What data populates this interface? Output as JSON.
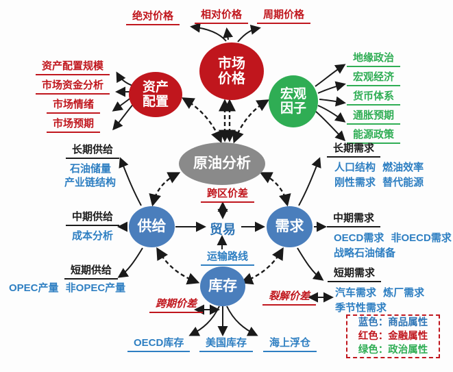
{
  "nodes": {
    "crude_analysis": {
      "label": "原油分析",
      "color": "#8a8a8a"
    },
    "market_price": {
      "label": "市场\n价格",
      "color": "#c0161d"
    },
    "asset_allocation": {
      "label": "资产\n配置",
      "color": "#c0161d"
    },
    "macro_factors": {
      "label": "宏观\n因子",
      "color": "#2fad54"
    },
    "supply": {
      "label": "供给",
      "color": "#4a7ebc"
    },
    "demand": {
      "label": "需求",
      "color": "#4a7ebc"
    },
    "inventory": {
      "label": "库存",
      "color": "#4a7ebc"
    },
    "trade": {
      "label": "贸易",
      "color": "#2e75b6"
    }
  },
  "price_labels": [
    "绝对价格",
    "相对价格",
    "周期价格"
  ],
  "asset_labels": [
    "资产配置规模",
    "市场资金分析",
    "市场情绪",
    "市场预期"
  ],
  "macro_labels": [
    "地缘政治",
    "宏观经济",
    "货币体系",
    "通胀预期",
    "能源政策"
  ],
  "supply_groups": [
    {
      "title": "长期供给",
      "items": [
        "石油储量",
        "产业链结构"
      ]
    },
    {
      "title": "中期供给",
      "items": [
        "成本分析"
      ]
    },
    {
      "title": "短期供给",
      "items": [
        "OPEC产量 非OPEC产量"
      ]
    }
  ],
  "demand_groups": [
    {
      "title": "长期需求",
      "items": [
        "人口结构 燃油效率",
        "刚性需求 替代能源"
      ]
    },
    {
      "title": "中期需求",
      "items": [
        "OECD需求 非OECD需求",
        "战略石油储备"
      ]
    },
    {
      "title": "短期需求",
      "items": [
        "汽车需求 炼厂需求",
        "季节性需求"
      ]
    }
  ],
  "spreads": {
    "regional": "跨区价差",
    "transport": "运输路线",
    "calendar": "跨期价差",
    "crack": "裂解价差"
  },
  "inventory_labels": [
    "OECD库存",
    "美国库存",
    "海上浮仓"
  ],
  "legend": {
    "rows": [
      {
        "text": "蓝色：商品属性",
        "color": "#2e75b6"
      },
      {
        "text": "红色：金融属性",
        "color": "#c0161d"
      },
      {
        "text": "绿色：政治属性",
        "color": "#2fad54"
      }
    ]
  },
  "colors": {
    "financial_red": "#c0161d",
    "political_green": "#2fad54",
    "commodity_blue_fill": "#4a7ebc",
    "commodity_blue_text": "#2e7fc2",
    "center_gray": "#8a8a8a",
    "arrow_black": "#1a1a1a"
  }
}
